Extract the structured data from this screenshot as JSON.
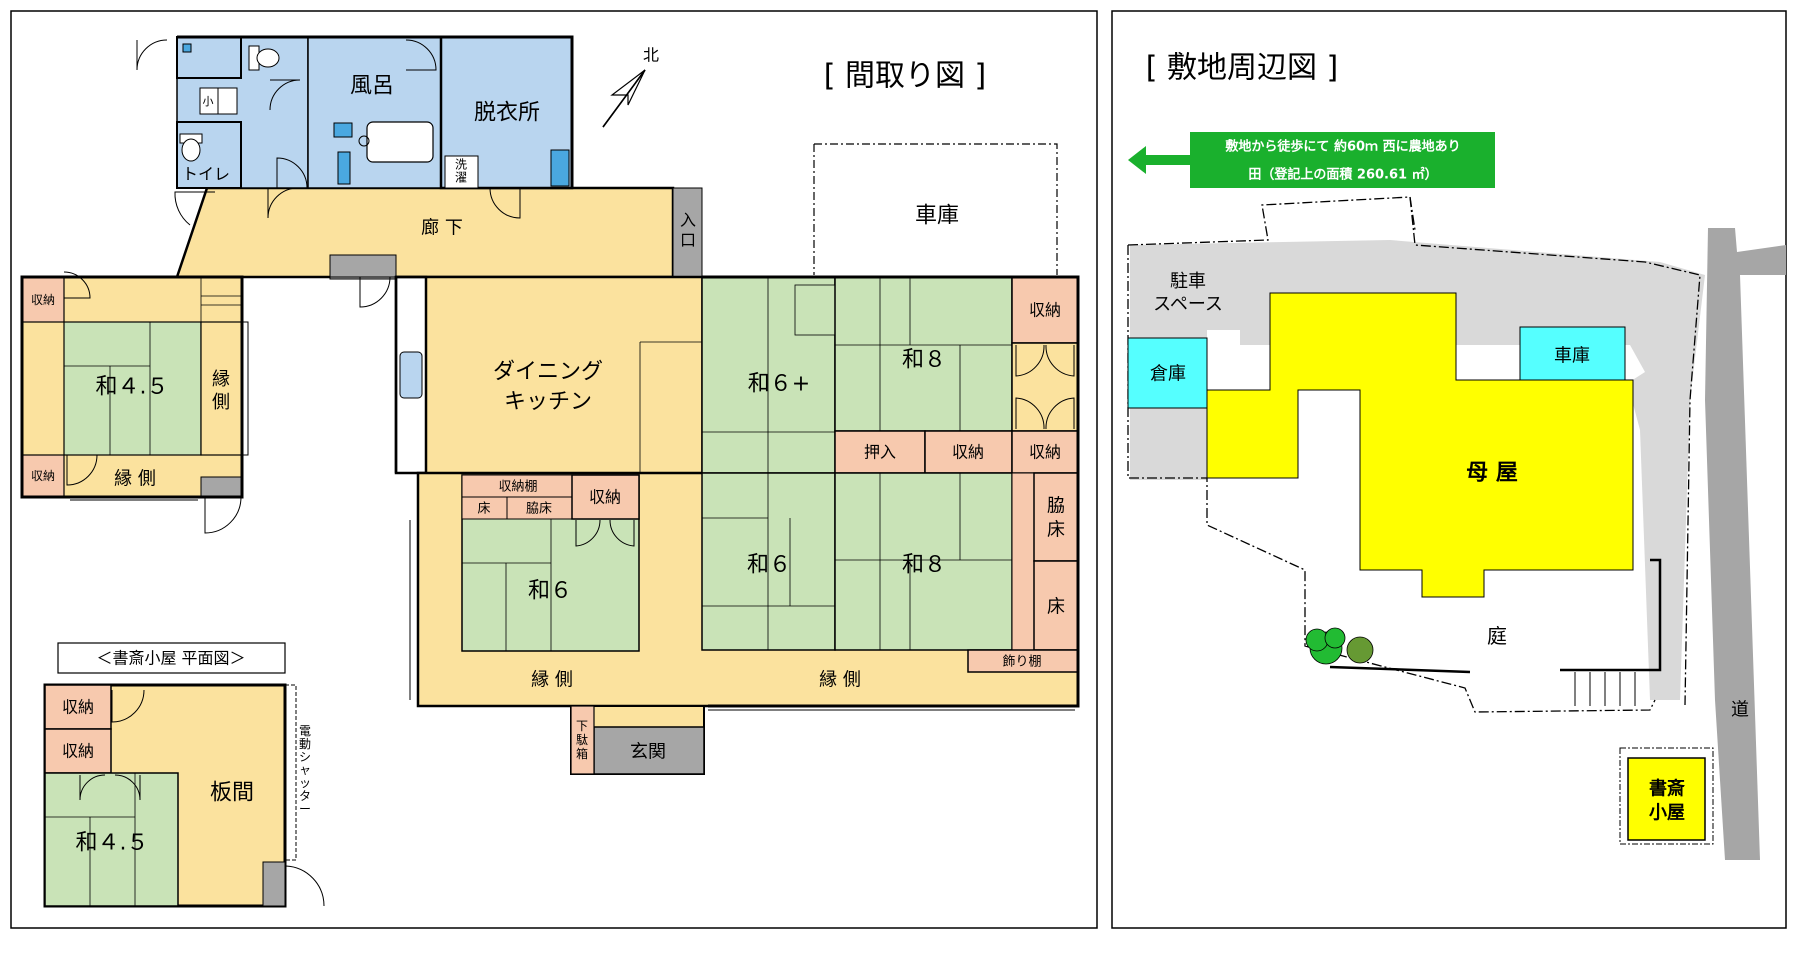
{
  "floorplan": {
    "title": "[ 間取り図 ]",
    "north": "北",
    "rooms": {
      "bath": "風呂",
      "dressing": "脱衣所",
      "toilet": "トイレ",
      "urinal": "小",
      "washer": "洗濯",
      "hallway": "廊 下",
      "entrance_side": "入口",
      "garage": "車庫",
      "west_storage_top": "収納",
      "west_storage_bottom": "収納",
      "west_washitsu": "和４.５",
      "west_engawa_vertical": "縁側",
      "west_engawa_bottom": "縁 側",
      "dining_kitchen": "ダイニング\nキッチン",
      "washitsu_6plus": "和６+",
      "washitsu_8_north": "和８",
      "storage_ne": "収納",
      "oshiire": "押入",
      "storage_mid": "収納",
      "storage_mid_right": "収納",
      "shelf_storage": "収納棚",
      "tokonoma_small": "床",
      "wakidoko_small": "脇床",
      "storage_by_6": "収納",
      "washitsu_6_south": "和６",
      "washitsu_6_center": "和６",
      "washitsu_8_south": "和８",
      "wakidoko": "脇床",
      "tokonoma": "床",
      "kazaridana": "飾り棚",
      "engawa_south_left": "縁 側",
      "engawa_south_right": "縁 側",
      "getabako": "下駄箱",
      "genkan": "玄関"
    },
    "study": {
      "title": "＜書斎小屋 平面図＞",
      "storage1": "収納",
      "storage2": "収納",
      "itanoma": "板間",
      "washitsu": "和４.５",
      "shutter": "電動シャッター"
    },
    "colors": {
      "wet": "#b9d5ef",
      "corridor": "#fbe29e",
      "tatami": "#c9e3b7",
      "storage": "#f7c9ae",
      "fixture": "#a6a6a6"
    }
  },
  "siteplan": {
    "title": "[ 敷地周辺図 ]",
    "note_line1": "敷地から徒歩にて 約60ｍ 西に農地あり",
    "note_line2": "田（登記上の面積  260.61 ㎡）",
    "parking": "駐車\nスペース",
    "storehouse": "倉庫",
    "garage": "車庫",
    "main_house": "母 屋",
    "garden": "庭",
    "road": "道",
    "study_hut": "書斎\n小屋",
    "colors": {
      "house": "#ffff00",
      "shed": "#55ffff",
      "gray": "#d9d9d9",
      "note": "#1ab02d",
      "road": "#a6a6a6"
    }
  }
}
